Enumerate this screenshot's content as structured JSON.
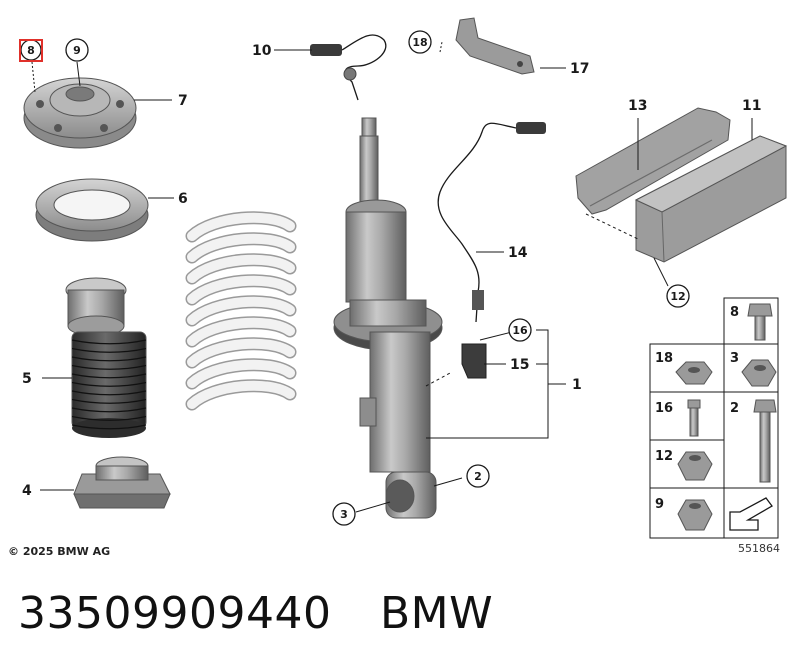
{
  "copyright": "© 2025 BMW AG",
  "diagram_number": "551864",
  "part_number": "33509909440",
  "brand": "BMW",
  "highlighted_item": "8",
  "callouts": {
    "c1": "1",
    "c2": "2",
    "c3": "3",
    "c4": "4",
    "c5": "5",
    "c6": "6",
    "c7": "7",
    "c8": "8",
    "c9": "9",
    "c10": "10",
    "c11": "11",
    "c12": "12",
    "c13": "13",
    "c14": "14",
    "c15": "15",
    "c16": "16",
    "c17": "17",
    "c18": "18"
  },
  "fastener_table": [
    {
      "label": "8"
    },
    {
      "label": "18"
    },
    {
      "label": "3"
    },
    {
      "label": "16"
    },
    {
      "label": "2"
    },
    {
      "label": "12"
    },
    {
      "label": "9"
    }
  ],
  "colors": {
    "highlight": "#e0302a",
    "part_grey": "#9a9a9a",
    "spring": "#f2f2f2"
  }
}
